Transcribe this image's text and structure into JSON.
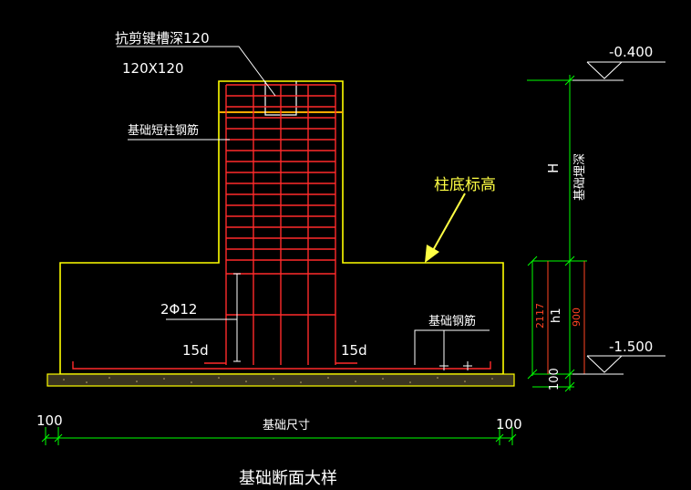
{
  "labels": {
    "shear_key": "抗剪键槽深120",
    "shear_key_size": "120X120",
    "short_column_rebar": "基础短柱钢筋",
    "column_base_elev": "柱底标高",
    "rebar_2phi12": "2Φ12",
    "hook_left": "15d",
    "hook_right": "15d",
    "foundation_rebar": "基础钢筋",
    "dim_left": "100",
    "dim_right": "100",
    "foundation_size": "基础尺寸",
    "drawing_title": "基础断面大样",
    "elev_top": "-0.400",
    "elev_bottom": "-1.500",
    "dim_H": "H",
    "dim_depth_text": "基础埋深",
    "dim_h1": "h1",
    "dim_2117": "2117",
    "dim_900": "900",
    "dim_100_vert": "100"
  },
  "colors": {
    "background": "#000000",
    "outline": "#ffff00",
    "rebar": "#ff2a2a",
    "dimension": "#00ff00",
    "text": "#ffffff",
    "dim_red": "#ff4422",
    "callout": "#ffff44",
    "bedding": "#b0a060"
  }
}
